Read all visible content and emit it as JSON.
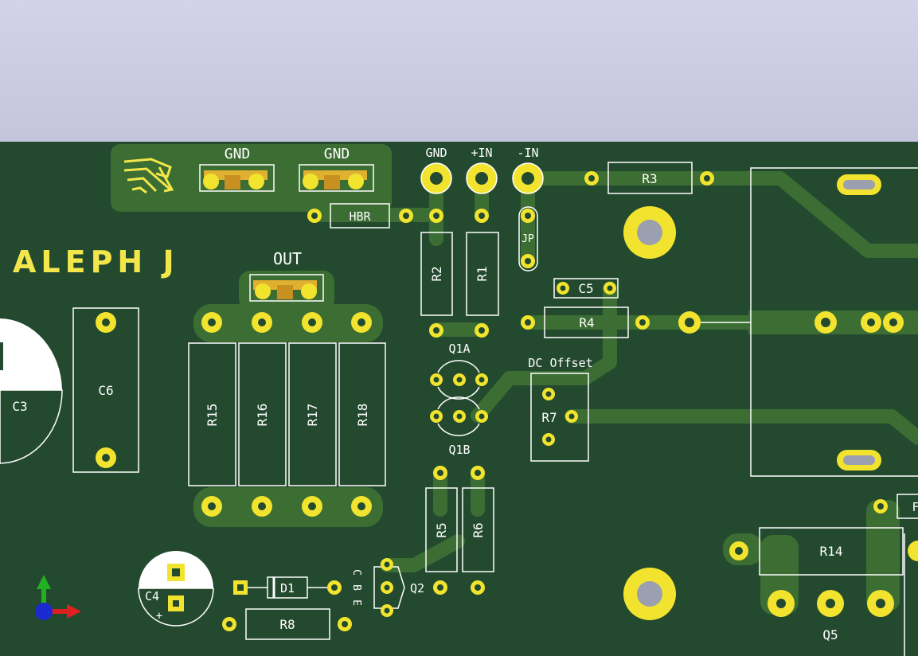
{
  "colors": {
    "background_top": "#c9c9e0",
    "board": "#234a2f",
    "copper": "#3c6d33",
    "pad_gold": "#f2e42e",
    "silkscreen": "#ffffff",
    "logo": "#f2e64a"
  },
  "board_label": "Aleph J",
  "connectors": {
    "gnd_left": "GND",
    "gnd_right": "GND",
    "out": "OUT",
    "in_gnd": "GND",
    "in_plus": "+IN",
    "in_minus": "-IN"
  },
  "components": {
    "r3": "R3",
    "hbr": "HBR",
    "jp": "JP",
    "r2": "R2",
    "r1": "R1",
    "c5": "C5",
    "r4": "R4",
    "q1a": "Q1A",
    "q1b": "Q1B",
    "dc_offset": "DC Offset",
    "r7": "R7",
    "c6": "C6",
    "c3": "C3",
    "r15": "R15",
    "r16": "R16",
    "r17": "R17",
    "r18": "R18",
    "r5": "R5",
    "r6": "R6",
    "q2": "Q2",
    "q2_pins": [
      "C",
      "B",
      "E"
    ],
    "d1": "D1",
    "c4": "C4",
    "c4_polarity": "+",
    "r8": "R8",
    "r14": "R14",
    "q5": "Q5",
    "partial_right": "F"
  },
  "axes_gizmo": {
    "x_color": "#e02020",
    "y_color": "#20b020",
    "z_color": "#1a2ad0"
  }
}
